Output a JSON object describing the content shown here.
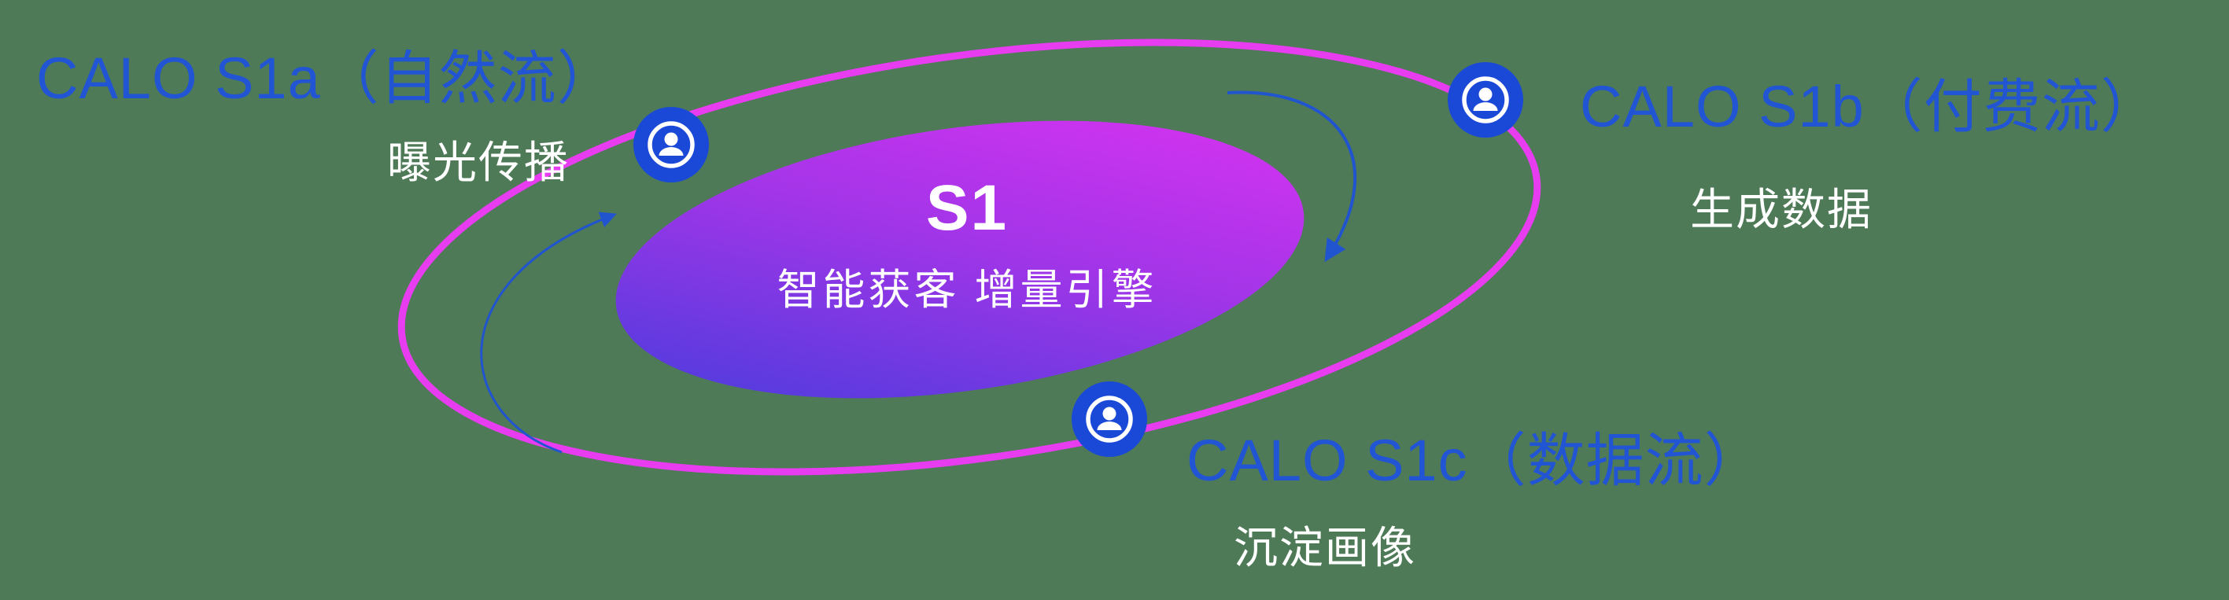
{
  "diagram": {
    "core": {
      "title": "S1",
      "subtitle": "智能获客  增量引擎"
    },
    "nodes": [
      {
        "id": "s1a",
        "label": "CALO S1a（自然流）",
        "sublabel": "曝光传播",
        "icon": "user-icon"
      },
      {
        "id": "s1b",
        "label": "CALO S1b（付费流）",
        "sublabel": "生成数据",
        "icon": "user-icon"
      },
      {
        "id": "s1c",
        "label": "CALO S1c（数据流）",
        "sublabel": "沉淀画像",
        "icon": "user-icon"
      }
    ],
    "colors": {
      "background_green": "#4e7a57",
      "label_blue": "#2255d4",
      "orbit_magenta": "#e83cf0",
      "core_gradient_start": "#3f3ddb",
      "core_gradient_mid": "#a335e8",
      "core_gradient_end": "#e032f2",
      "icon_blue": "#1a49d8",
      "arrow_blue": "#2154cf",
      "text_white": "#ffffff"
    }
  }
}
